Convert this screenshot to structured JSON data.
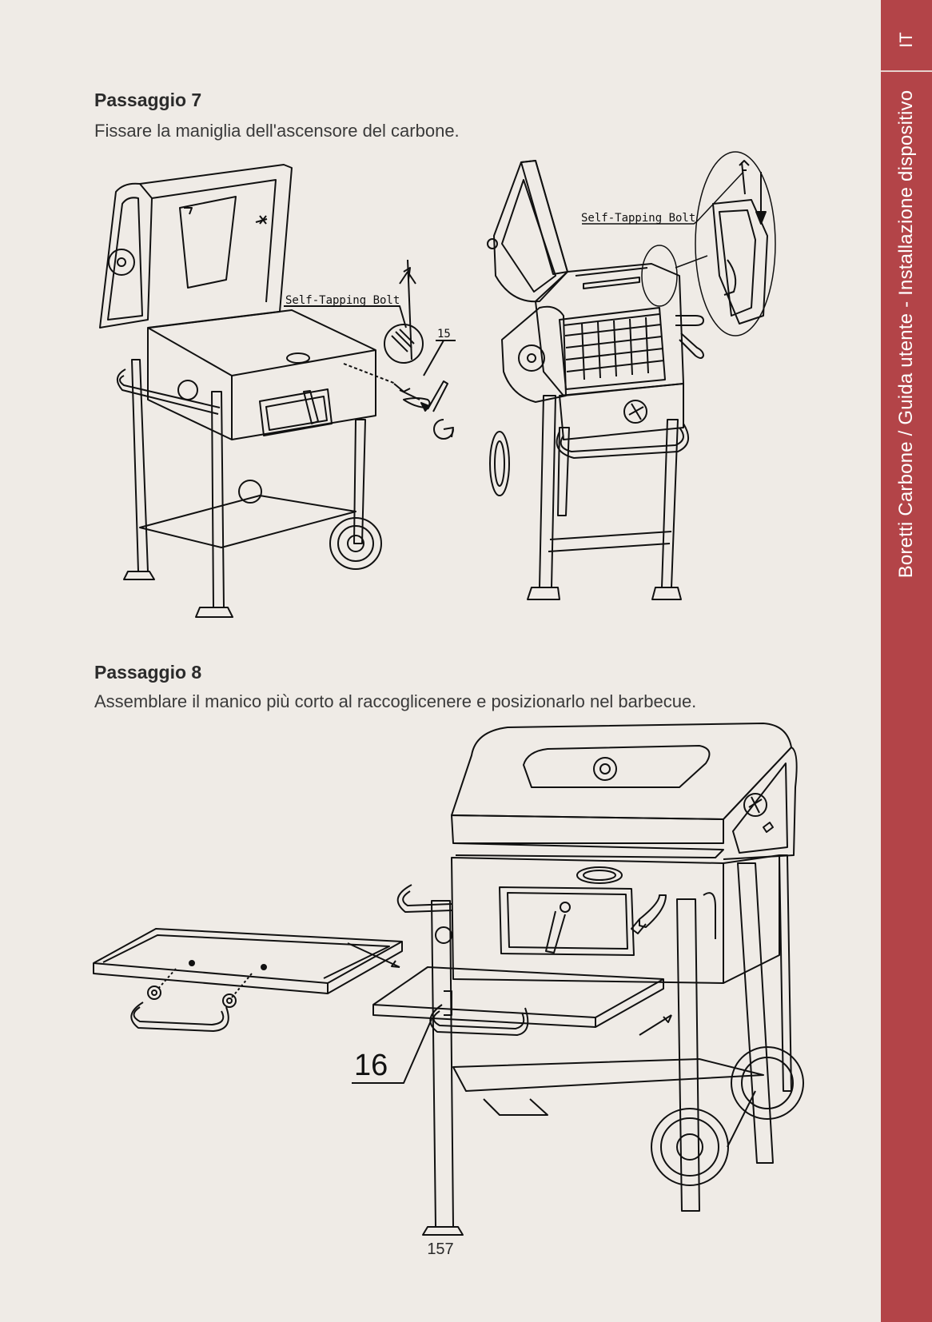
{
  "sidebar": {
    "language": "IT",
    "title": "Boretti Carbone / Guida utente - Installazione dispositivo",
    "accent_color": "#b34448"
  },
  "step7": {
    "heading": "Passaggio 7",
    "text": "Fissare la maniglia dell'ascensore del carbone.",
    "labels": {
      "bolt_left": "Self-Tapping Bolt",
      "bolt_right": "Self-Tapping Bolt",
      "part_number": "15"
    }
  },
  "step8": {
    "heading": "Passaggio 8",
    "text": "Assemblare il manico più corto al raccoglicenere e posizionarlo nel barbecue.",
    "labels": {
      "part_number": "16"
    }
  },
  "page": {
    "number": "157"
  }
}
